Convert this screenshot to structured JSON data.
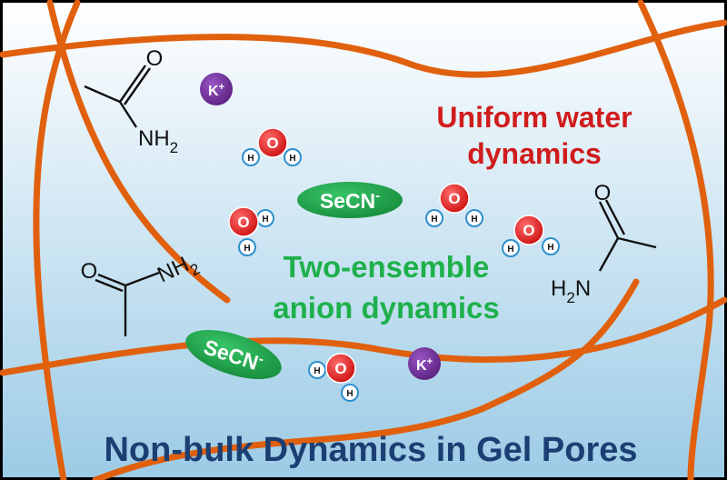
{
  "headline_red": [
    "Uniform water",
    "dynamics"
  ],
  "headline_green": [
    "Two-ensemble",
    "anion dynamics"
  ],
  "footer_title": "Non-bulk Dynamics in Gel Pores",
  "ions": {
    "potassium": "K",
    "potassium_charge": "+",
    "selenocyanate": "SeCN",
    "selenocyanate_charge": "-"
  },
  "atoms": {
    "oxygen": "O",
    "hydrogen": "H"
  },
  "amide": {
    "oxygen": "O",
    "nh2_main": "NH",
    "nh2_sub": "2",
    "h2n_h": "H",
    "h2n_sub": "2",
    "h2n_n": "N"
  },
  "colors": {
    "background_top": "#ffffff",
    "background_bottom": "#9ccbe6",
    "polymer": "#e0600e",
    "headline_red": "#d01c1c",
    "headline_green": "#1eb04b",
    "footer": "#1c3f73",
    "potassium": "#6b2c91",
    "secn": "#1e9e48",
    "oxygen": "#e11c1c",
    "hydrogen_ring": "#2e8fce"
  }
}
